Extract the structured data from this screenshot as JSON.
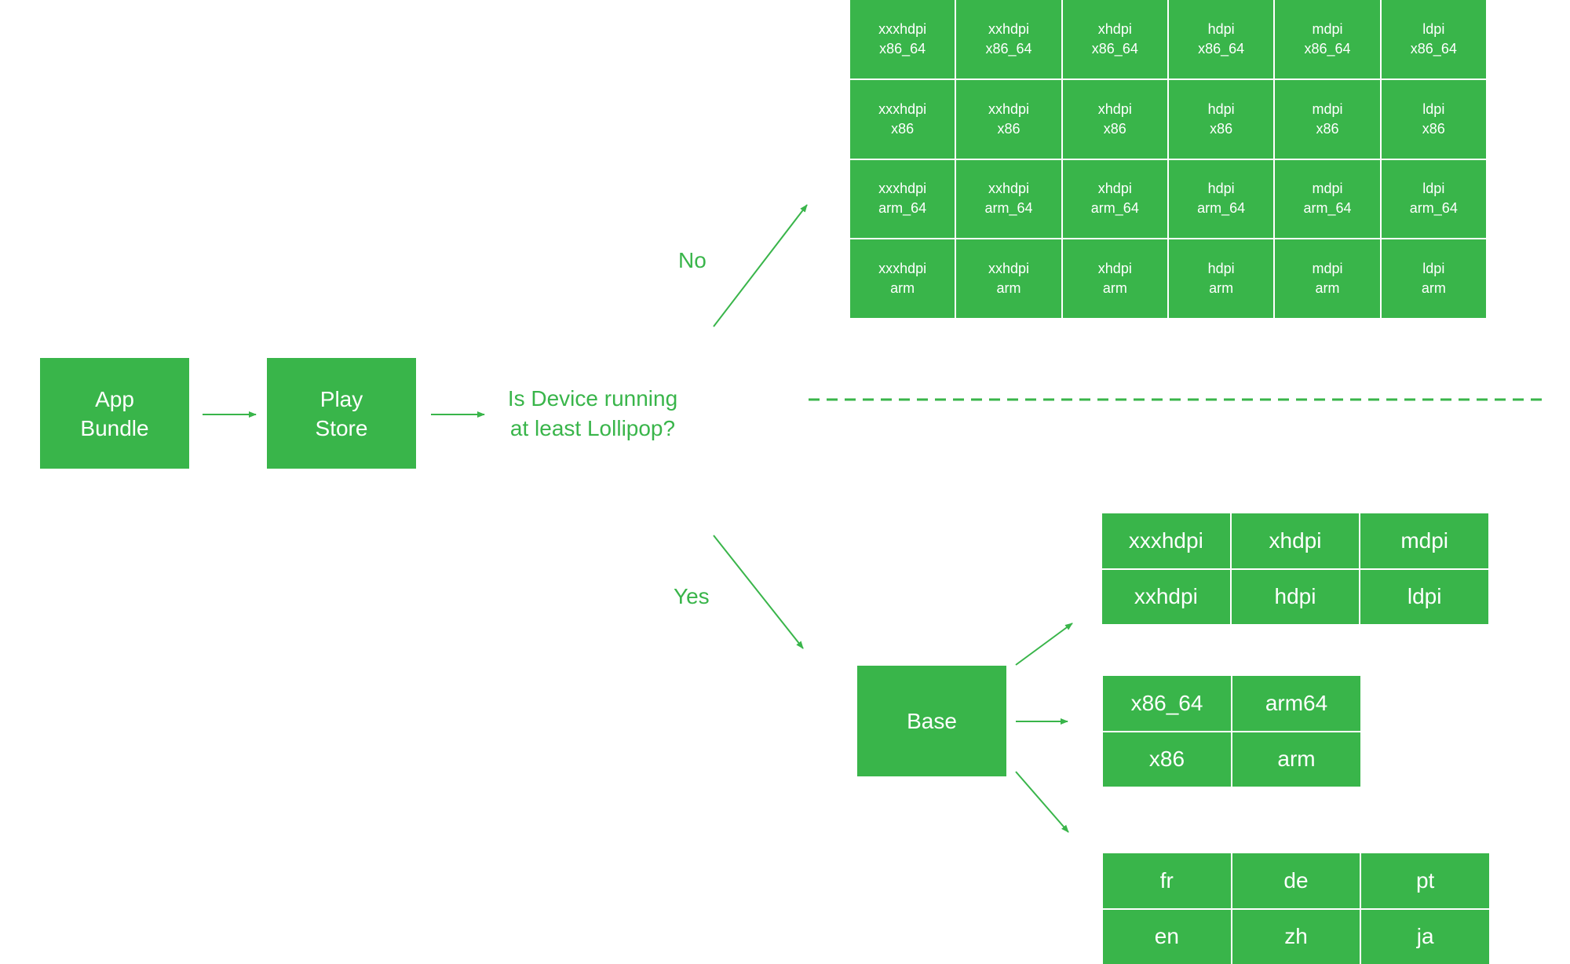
{
  "colors": {
    "accent": "#39b54a",
    "text_on_accent": "#ffffff",
    "background": "#ffffff"
  },
  "nodes": {
    "app_bundle": {
      "line1": "App",
      "line2": "Bundle"
    },
    "play_store": {
      "line1": "Play",
      "line2": "Store"
    },
    "question": {
      "line1": "Is Device running",
      "line2": "at least Lollipop?"
    },
    "base": {
      "label": "Base"
    }
  },
  "branches": {
    "no": "No",
    "yes": "Yes"
  },
  "legacy_grid": {
    "rows": [
      [
        [
          "xxxhdpi",
          "x86_64"
        ],
        [
          "xxhdpi",
          "x86_64"
        ],
        [
          "xhdpi",
          "x86_64"
        ],
        [
          "hdpi",
          "x86_64"
        ],
        [
          "mdpi",
          "x86_64"
        ],
        [
          "ldpi",
          "x86_64"
        ]
      ],
      [
        [
          "xxxhdpi",
          "x86"
        ],
        [
          "xxhdpi",
          "x86"
        ],
        [
          "xhdpi",
          "x86"
        ],
        [
          "hdpi",
          "x86"
        ],
        [
          "mdpi",
          "x86"
        ],
        [
          "ldpi",
          "x86"
        ]
      ],
      [
        [
          "xxxhdpi",
          "arm_64"
        ],
        [
          "xxhdpi",
          "arm_64"
        ],
        [
          "xhdpi",
          "arm_64"
        ],
        [
          "hdpi",
          "arm_64"
        ],
        [
          "mdpi",
          "arm_64"
        ],
        [
          "ldpi",
          "arm_64"
        ]
      ],
      [
        [
          "xxxhdpi",
          "arm"
        ],
        [
          "xxhdpi",
          "arm"
        ],
        [
          "xhdpi",
          "arm"
        ],
        [
          "hdpi",
          "arm"
        ],
        [
          "mdpi",
          "arm"
        ],
        [
          "ldpi",
          "arm"
        ]
      ]
    ]
  },
  "density_splits": [
    "xxxhdpi",
    "xhdpi",
    "mdpi",
    "xxhdpi",
    "hdpi",
    "ldpi"
  ],
  "abi_splits": [
    "x86_64",
    "arm64",
    "x86",
    "arm"
  ],
  "language_splits": [
    "fr",
    "de",
    "pt",
    "en",
    "zh",
    "ja"
  ]
}
